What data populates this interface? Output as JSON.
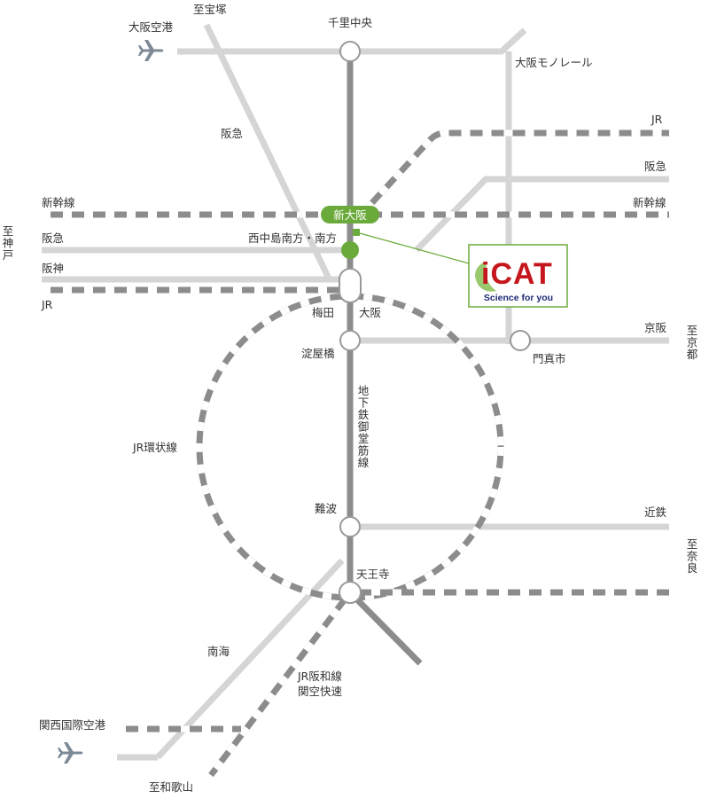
{
  "map": {
    "colors": {
      "light_line": "#d5d5d5",
      "subway": "#8c8c8c",
      "jr_dark": "#8c8c8c",
      "jr_light": "#ffffff",
      "accent_green": "#6aaa3a",
      "logo_red": "#c4161c",
      "logo_navy": "#1e2a78"
    },
    "labels": {
      "takarazuka": "至宝塚",
      "osaka_airport": "大阪空港",
      "senri_chuo": "千里中央",
      "monorail": "大阪モノレール",
      "hankyu_left": "阪急",
      "jr_right_top": "JR",
      "hankyu_right": "阪急",
      "shinkansen_left": "新幹線",
      "shinkansen_right": "新幹線",
      "shin_osaka": "新大阪",
      "nishinakajima": "西中島南方・南方",
      "hankyu_left2": "阪急",
      "hanshin": "阪神",
      "jr_left": "JR",
      "umeda": "梅田",
      "osaka": "大阪",
      "keihan": "京阪",
      "yodoyabashi": "淀屋橋",
      "kadoma": "門真市",
      "jr_loop": "JR環状線",
      "namba": "難波",
      "kintetsu": "近鉄",
      "tennoji": "天王寺",
      "nankai": "南海",
      "jr_hanwa_1": "JR阪和線",
      "jr_hanwa_2": "関空快速",
      "kansai_airport": "関西国際空港",
      "wakayama": "至和歌山"
    },
    "vertical_labels": {
      "kobe": "至神戸",
      "kyoto": "至京都",
      "nara": "至奈良",
      "midosuji": "地下鉄御堂筋線"
    },
    "logo": {
      "text": "iCAT",
      "tagline": "Science for you"
    }
  }
}
